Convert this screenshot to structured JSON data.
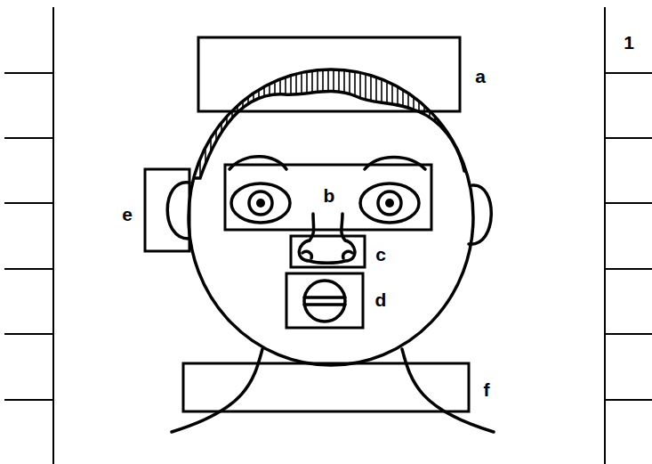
{
  "diagram": {
    "labels": [
      "1",
      "a",
      "b",
      "c",
      "d",
      "e",
      "f"
    ]
  }
}
